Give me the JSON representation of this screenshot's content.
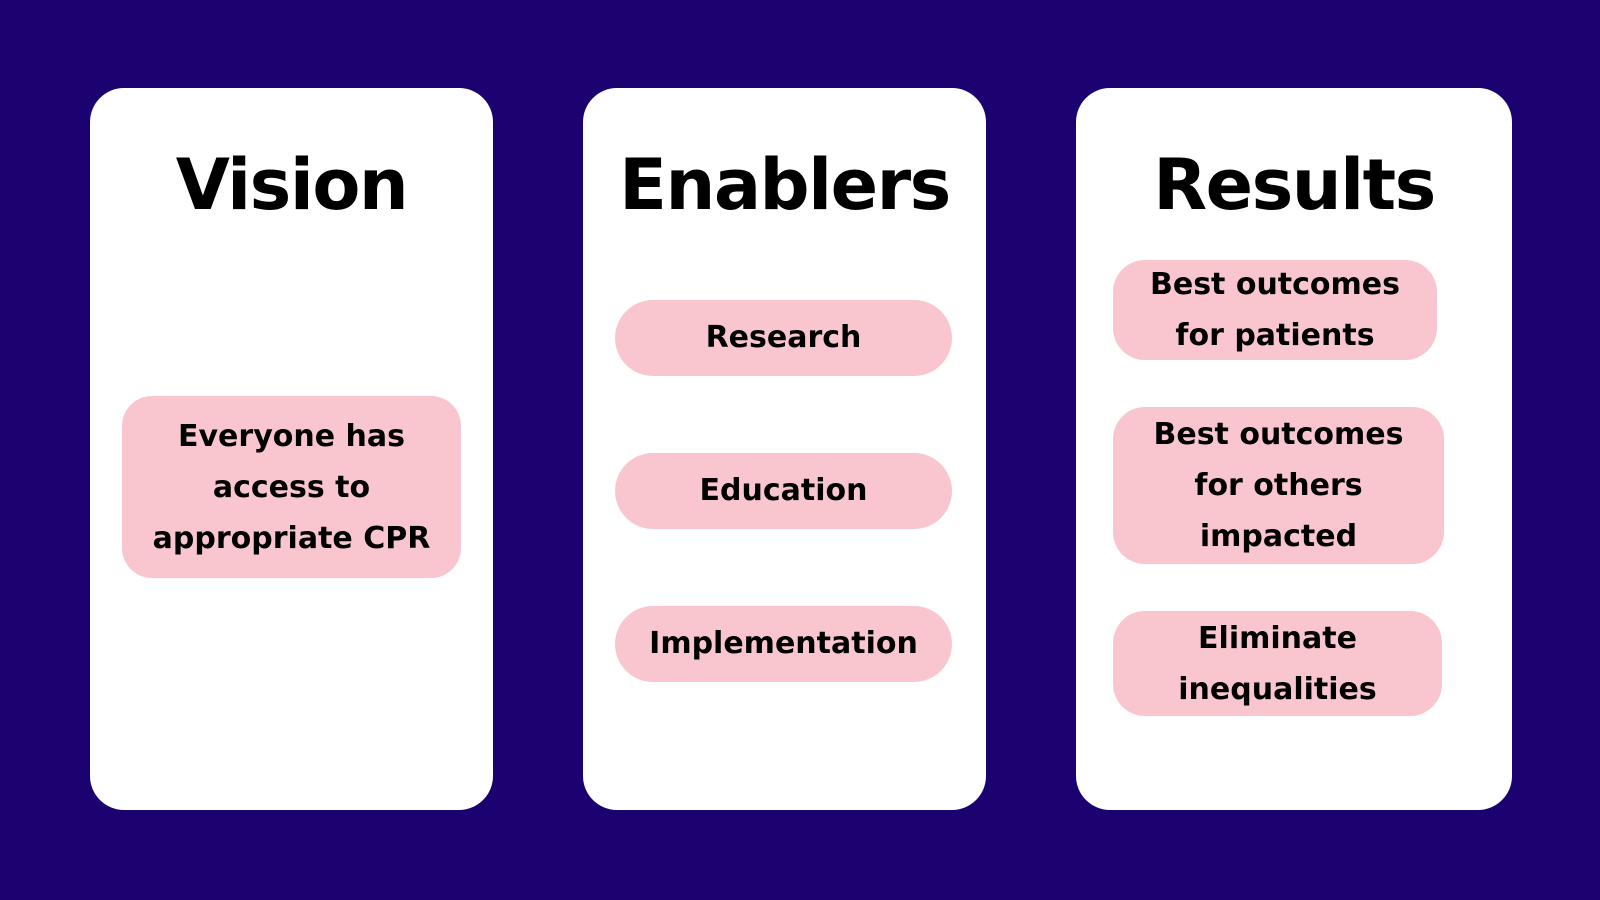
{
  "theme": {
    "background": "#1C0270",
    "card_background": "#FFFFFF",
    "pill_background": "#F9C6CF",
    "text_color": "#000000"
  },
  "columns": [
    {
      "id": "vision",
      "title": "Vision",
      "items": [
        {
          "label": "Everyone has\naccess to\nappropriate CPR"
        }
      ]
    },
    {
      "id": "enablers",
      "title": "Enablers",
      "items": [
        {
          "label": "Research"
        },
        {
          "label": "Education"
        },
        {
          "label": "Implementation"
        }
      ]
    },
    {
      "id": "results",
      "title": "Results",
      "items": [
        {
          "label": "Best outcomes\nfor patients"
        },
        {
          "label": "Best outcomes\nfor others\nimpacted"
        },
        {
          "label": "Eliminate\ninequalities"
        }
      ]
    }
  ]
}
